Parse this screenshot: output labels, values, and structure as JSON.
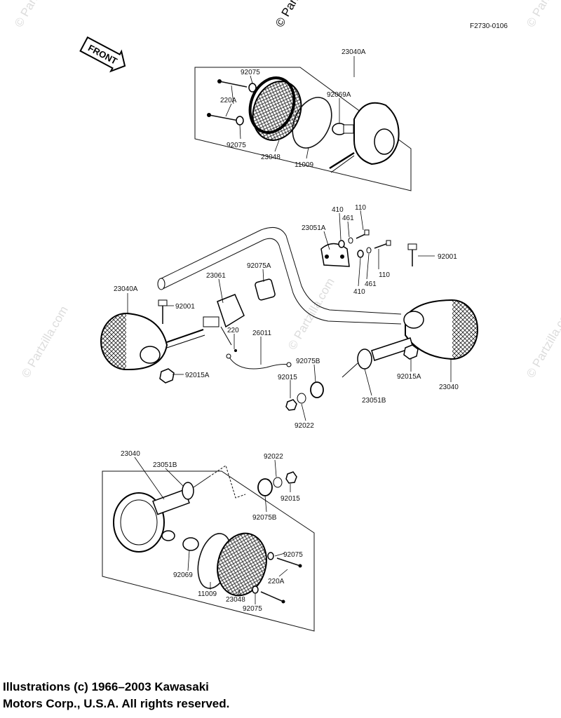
{
  "figure_id": "F2730-0106",
  "front_label": "FRONT",
  "watermark": "© Partzilla.com",
  "watermark_top": "© Part",
  "copyright_line1": "Illustrations (c) 1966–2003 Kawasaki",
  "copyright_line2": "Motors Corp., U.S.A.  All rights reserved.",
  "labels": {
    "p23040A_top": "23040A",
    "p92075_a": "92075",
    "p220A_a": "220A",
    "p92069A": "92069A",
    "p92075_b": "92075",
    "p23048_a": "23048",
    "p11009_a": "11009",
    "p410_a": "410",
    "p110_a": "110",
    "p461_a": "461",
    "p23051A": "23051A",
    "p92001_r": "92001",
    "p110_b": "110",
    "p461_b": "461",
    "p410_b": "410",
    "p92075A": "92075A",
    "p23061": "23061",
    "p23040A_l": "23040A",
    "p92001_l": "92001",
    "p220": "220",
    "p26011": "26011",
    "p92075B_a": "92075B",
    "p92015_a": "92015",
    "p92015A_l": "92015A",
    "p92022_a": "92022",
    "p23051B_a": "23051B",
    "p92015A_r": "92015A",
    "p23040_r": "23040",
    "p23040_b": "23040",
    "p23051B_b": "23051B",
    "p92022_b": "92022",
    "p92015_b": "92015",
    "p92075B_b": "92075B",
    "p92069": "92069",
    "p92075_c": "92075",
    "p220A_b": "220A",
    "p11009_b": "11009",
    "p23048_b": "23048",
    "p92075_d": "92075"
  }
}
